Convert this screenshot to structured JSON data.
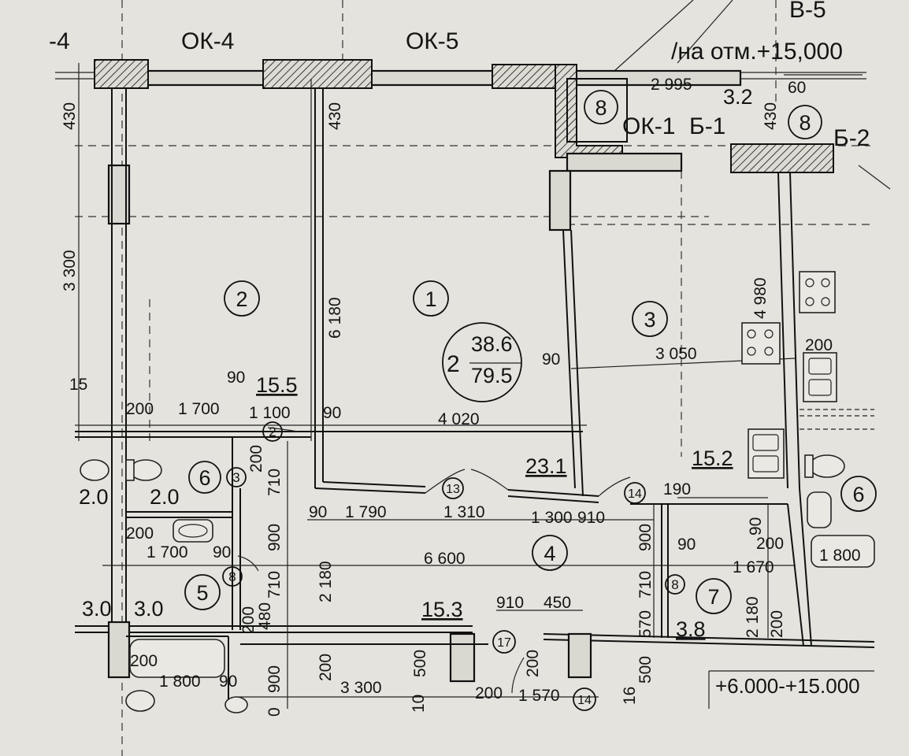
{
  "header": {
    "left_mark": "-4",
    "window_ok4": "ОК-4",
    "window_ok5": "ОК-5",
    "window_ok1": "ОК-1",
    "beam_b1": "Б-1",
    "beam_b2": "Б-2",
    "axis_b5": "В-5",
    "level_note": "/на отм.+15,000"
  },
  "apartment": {
    "rooms_count": "2",
    "living_area": "38.6",
    "total_area": "79.5"
  },
  "rooms": [
    {
      "number": "1",
      "area": "23.1"
    },
    {
      "number": "2",
      "area": "15.5"
    },
    {
      "number": "3",
      "area": "15.2"
    },
    {
      "number": "4",
      "area": "15.3"
    },
    {
      "number": "5",
      "area": "3.0"
    },
    {
      "number": "6",
      "area": "2.0"
    },
    {
      "number": "7",
      "area": "3.8"
    },
    {
      "number": "8",
      "area": "3.2"
    }
  ],
  "neighbor_areas": {
    "left_bath_top": "2.0",
    "left_bath_bottom": "3.0"
  },
  "door_marks": [
    "2",
    "3",
    "8",
    "13",
    "14",
    "8",
    "17",
    "14"
  ],
  "dimensions": {
    "d430_left": "430",
    "d430_mid": "430",
    "d430_right": "430",
    "d2995": "2 995",
    "d60": "60",
    "d3300_left": "3 300",
    "d6180": "6 180",
    "d4980": "4 980",
    "d3050": "3 050",
    "d200_kitchen": "200",
    "d90_kitchen": "90",
    "d90_left": "90",
    "d15": "15",
    "d200_a": "200",
    "d1700_a": "1 700",
    "d1100": "1 100",
    "d90_b": "90",
    "d4020": "4 020",
    "d200_vert_a": "200",
    "d710_a": "710",
    "d190": "190",
    "d90_c": "90",
    "d1790": "1 790",
    "d1310": "1 310",
    "d1300": "1 300",
    "d910_a": "910",
    "d900_a": "900",
    "d900_vert": "900",
    "d90_r": "90",
    "d200_r": "200",
    "d200_b": "200",
    "d1700_b": "1 700",
    "d90_d": "90",
    "d6600": "6 600",
    "d90_e": "90",
    "d1670": "1 670",
    "d1800_right": "1 800",
    "d710_b": "710",
    "d2180_a": "2 180",
    "d710_c": "710",
    "d480": "480",
    "d200_c": "200",
    "d570": "570",
    "d2180_b": "2 180",
    "d200_d": "200",
    "d910_b": "910",
    "d450": "450",
    "d200_e": "200",
    "d1800_left": "1 800",
    "d90_f": "90",
    "d900_b": "900",
    "d200_f": "200",
    "d3300": "3 300",
    "d10": "10",
    "d500_a": "500",
    "d200_g": "200",
    "d1570": "1 570",
    "d200_h": "200",
    "d500_b": "500",
    "d16": "16",
    "d0": "0"
  },
  "footer": {
    "level_range": "+6.000-+15.000"
  }
}
